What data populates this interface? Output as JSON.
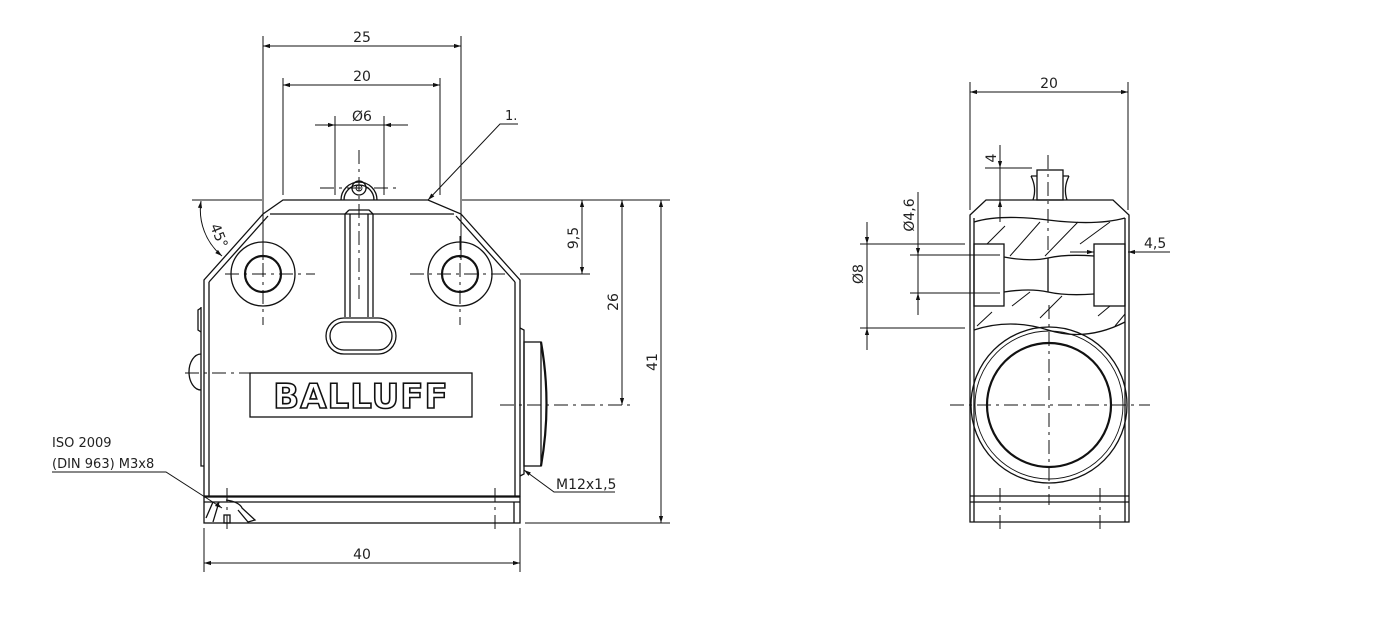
{
  "drawing": {
    "brand_label": "BALLUFF",
    "front_view": {
      "dimensions": {
        "width_top_outer": "25",
        "width_top_inner": "20",
        "roller_diameter": "Ø6",
        "mount_hole_offset": "9,5",
        "center_height": "26",
        "total_height": "41",
        "base_width": "40",
        "chamfer_angle": "45°"
      },
      "callouts": {
        "item_marker": "1.",
        "thread": "M12x1,5",
        "screw_line1": "ISO 2009",
        "screw_line2": "(DIN 963) M3x8"
      }
    },
    "side_view": {
      "dimensions": {
        "width": "20",
        "plunger_height": "4",
        "hole_diameter_small": "Ø4,6",
        "hole_diameter_large": "Ø8",
        "counterbore_depth": "4,5"
      }
    }
  }
}
